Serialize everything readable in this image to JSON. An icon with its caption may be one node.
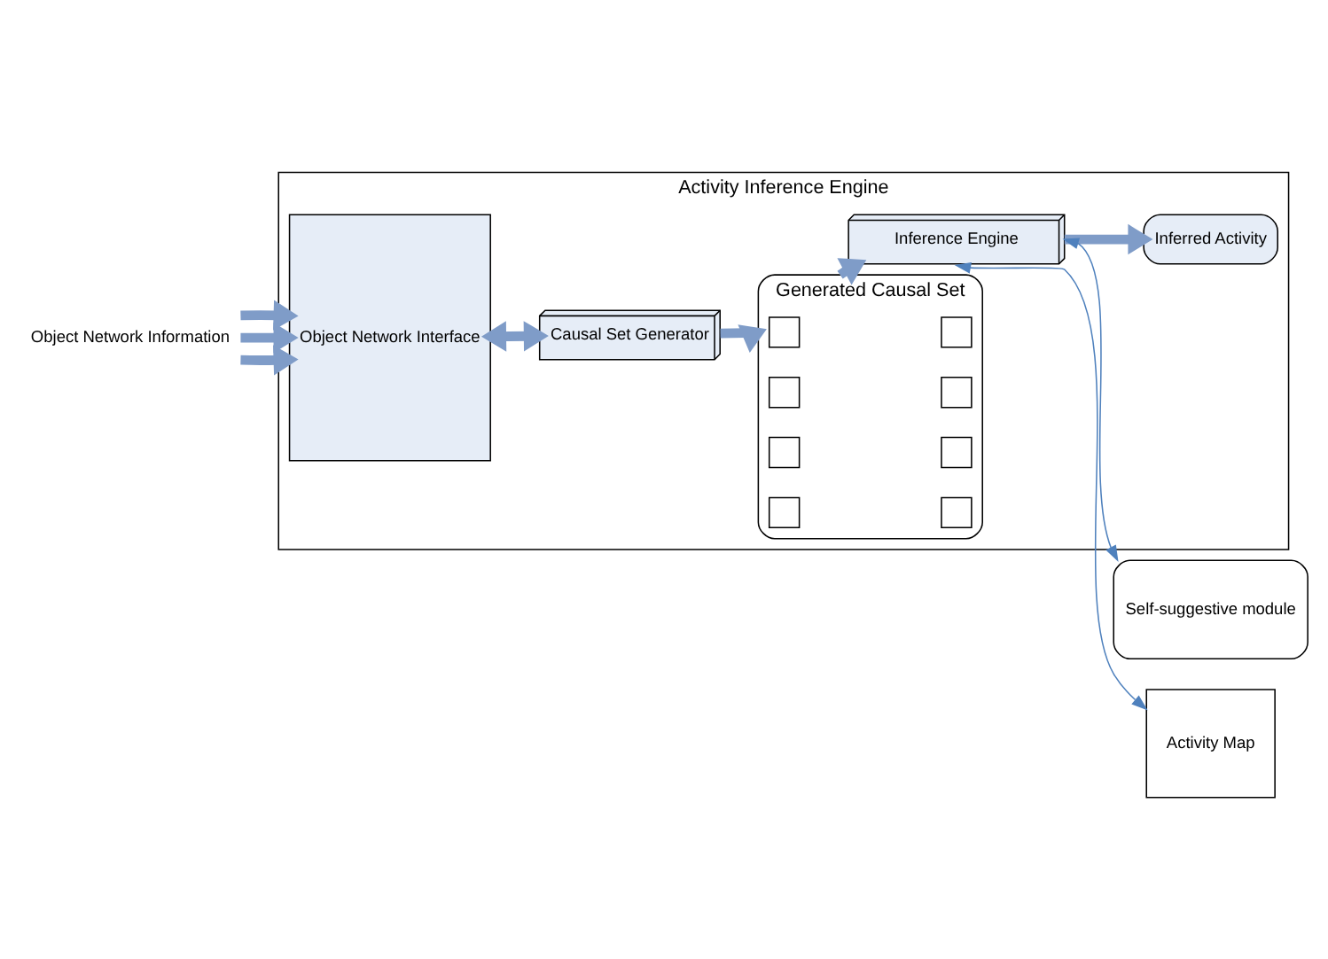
{
  "diagram": {
    "nodes": [
      {
        "text": [
          "Activity Inference Engine"
        ]
      },
      {
        "text": [
          "Object Network Information"
        ]
      },
      {
        "text": [
          "Object Network Interface"
        ],
        "in": 0
      },
      {
        "text": [
          "Causal Set Generator"
        ],
        "in": 0
      },
      {
        "text": [
          "Generated Causal Set"
        ],
        "in": 0
      },
      {
        "text": [],
        "shape": "box",
        "in": 4
      },
      {
        "text": [],
        "shape": "box",
        "in": 4
      },
      {
        "text": [],
        "shape": "box",
        "in": 4
      },
      {
        "text": [],
        "shape": "box",
        "in": 4
      },
      {
        "text": [],
        "shape": "box",
        "in": 4
      },
      {
        "text": [],
        "shape": "box",
        "in": 4
      },
      {
        "text": [],
        "shape": "box",
        "in": 4
      },
      {
        "text": [],
        "shape": "box",
        "in": 4
      },
      {
        "text": [
          "Inference Engine"
        ],
        "in": 0
      },
      {
        "text": [
          "Inferred Activity"
        ],
        "in": 0
      },
      {
        "text": [
          "Activity Map"
        ]
      },
      {
        "text": [
          "Self-suggestive module"
        ]
      }
    ],
    "edges": [
      {
        "from": 1,
        "to": 2,
        "arrow": "to"
      },
      {
        "from": 1,
        "to": 2,
        "arrow": "to"
      },
      {
        "from": 1,
        "to": 2,
        "arrow": "to"
      },
      {
        "from": 2,
        "to": 3,
        "arrow": "both"
      },
      {
        "from": 3,
        "to": 4,
        "arrow": "to"
      },
      {
        "from": 4,
        "to": 13,
        "arrow": "to"
      },
      {
        "from": 13,
        "to": 14,
        "arrow": "to"
      },
      {
        "from": 13,
        "to": 15,
        "arrow": "both",
        "color": "#4f81bd"
      },
      {
        "from": 13,
        "to": 16,
        "arrow": "both",
        "color": "#4f81bd"
      }
    ]
  }
}
